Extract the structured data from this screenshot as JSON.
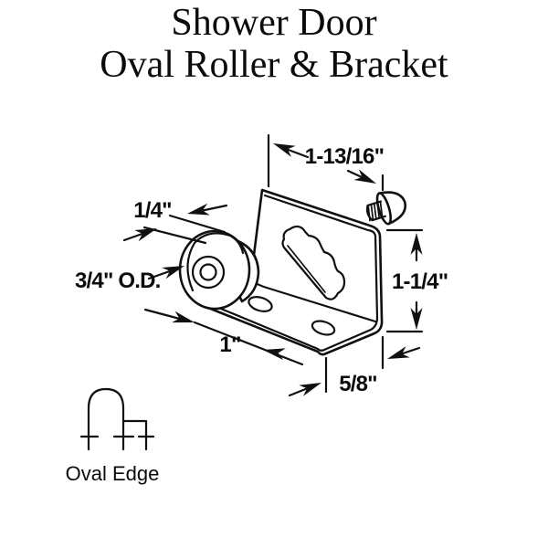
{
  "title": {
    "line1": "Shower Door",
    "line2": "Oval Roller & Bracket"
  },
  "diagram": {
    "part": "oval roller and L-bracket with mounting screw",
    "dimensions": {
      "top_width": "1-13/16\"",
      "roller_offset": "1/4\"",
      "roller_od": "3/4\" O.D.",
      "flange_depth": "1\"",
      "hole_offset": "5/8\"",
      "bracket_height": "1-1/4\""
    },
    "caption": "Oval Edge"
  },
  "colors": {
    "ink": "#101010",
    "background": "#ffffff"
  }
}
